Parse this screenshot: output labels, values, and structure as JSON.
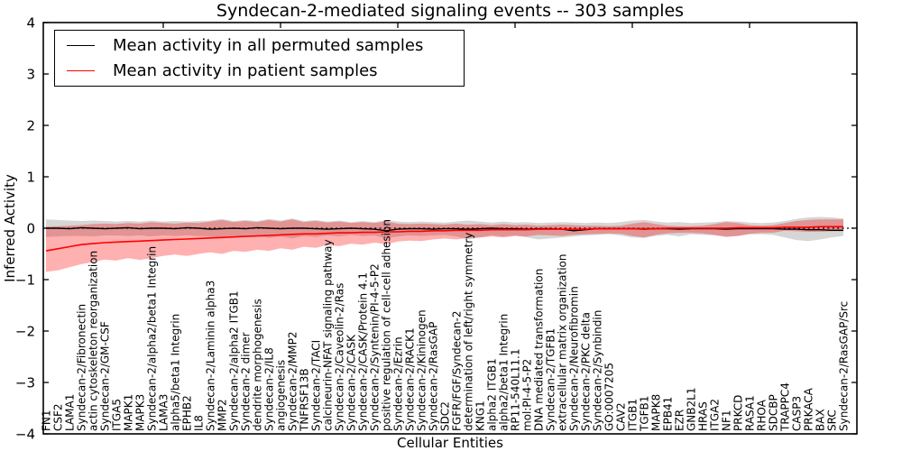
{
  "figure": {
    "title": "Syndecan-2-mediated signaling events -- 303 samples",
    "x_axis_label": "Cellular Entities",
    "y_axis_label": "Inferred Activity"
  },
  "legend": {
    "items": [
      {
        "label": "Mean activity in all permuted samples",
        "color": "#000000"
      },
      {
        "label": "Mean activity in patient samples",
        "color": "#ff0000"
      }
    ]
  },
  "chart_data": {
    "type": "line",
    "title": "Syndecan-2-mediated signaling events -- 303 samples",
    "xlabel": "Cellular Entities",
    "ylabel": "Inferred Activity",
    "ylim": [
      -4,
      4
    ],
    "yticks": [
      -4,
      -3,
      -2,
      -1,
      0,
      1,
      2,
      3,
      4
    ],
    "grid": false,
    "legend_position": "upper left",
    "zero_line": {
      "style": "dashed",
      "color": "#000000"
    },
    "categories": [
      "FN1",
      "CSF2",
      "LAMA1",
      "Syndecan-2/Fibronectin",
      "actin cytoskeleton reorganization",
      "Syndecan-2/GM-CSF",
      "ITGA5",
      "MAPK1",
      "MAPK3",
      "Syndecan-2/alpha2/beta1 Integrin",
      "LAMA3",
      "alpha5/beta1 Integrin",
      "EPHB2",
      "IL8",
      "Syndecan-2/Laminin alpha3",
      "MMP2",
      "Syndecan-2/alpha2 ITGB1",
      "Syndecan-2 dimer",
      "dendrite morphogenesis",
      "Syndecan-2/IL8",
      "angiogenesis",
      "Syndecan-2/MMP2",
      "TNFRSF13B",
      "Syndecan-2/TACI",
      "calcineurin-NFAT signaling pathway",
      "Syndecan-2/Caveolin-2/Ras",
      "Syndecan-2/CASK",
      "Syndecan-2/CASK/Protein 4.1",
      "Syndecan-2/Syntenin/PI-4-5-P2",
      "positive regulation of cell-cell adhesion",
      "Syndecan-2/Ezrin",
      "Syndecan-2/RACK1",
      "Syndecan-2/Kininogen",
      "Syndecan-2/RasGAP",
      "SDC2",
      "FGFR/FGF/Syndecan-2",
      "determination of left/right symmetry",
      "KNG1",
      "alpha2 ITGB1",
      "alpha2/beta1 Integrin",
      "RP11-540L11.1",
      "mol:PI-4-5-P2",
      "DNA mediated transformation",
      "Syndecan-2/TGFB1",
      "extracellular matrix organization",
      "Syndecan-2/Neurofibromin",
      "Syndecan-2/PKC delta",
      "Syndecan-2/Synbindin",
      "GO:0007205",
      "CAV2",
      "ITGB1",
      "TGFB1",
      "MAPK8",
      "EPB41",
      "EZR",
      "GNB2L1",
      "HRAS",
      "ITGA2",
      "NF1",
      "PRKCD",
      "RASA1",
      "RHOA",
      "SDCBP",
      "TRAPPC4",
      "CASP3",
      "PRKACA",
      "BAX",
      "SRC",
      "Syndecan-2/RasGAP/Src"
    ],
    "series": [
      {
        "id": "permuted-mean",
        "name": "Mean activity in all permuted samples",
        "color": "#000000",
        "width": 1.4,
        "values": [
          0,
          0,
          -0.01,
          0.01,
          0,
          -0.01,
          0,
          0.01,
          -0.01,
          0,
          0,
          -0.01,
          0.01,
          0,
          -0.02,
          -0.01,
          0,
          -0.01,
          0.01,
          0,
          -0.01,
          0,
          0,
          -0.01,
          -0.02,
          -0.01,
          0,
          -0.01,
          -0.02,
          -0.05,
          -0.02,
          -0.01,
          -0.01,
          -0.02,
          -0.01,
          -0.01,
          -0.02,
          -0.01,
          0,
          -0.01,
          -0.01,
          -0.02,
          -0.01,
          -0.01,
          -0.02,
          -0.05,
          -0.03,
          -0.01,
          -0.01,
          -0.01,
          -0.01,
          -0.02,
          -0.01,
          -0.01,
          -0.02,
          -0.01,
          -0.01,
          -0.01,
          -0.02,
          -0.01,
          -0.01,
          -0.01,
          -0.01,
          -0.02,
          -0.02,
          -0.03,
          -0.03,
          -0.04,
          -0.04
        ]
      },
      {
        "id": "patient-mean",
        "name": "Mean activity in patient samples",
        "color": "#ff0000",
        "width": 1.6,
        "values": [
          -0.44,
          -0.4,
          -0.36,
          -0.32,
          -0.3,
          -0.28,
          -0.27,
          -0.26,
          -0.25,
          -0.24,
          -0.23,
          -0.22,
          -0.21,
          -0.2,
          -0.19,
          -0.18,
          -0.17,
          -0.16,
          -0.15,
          -0.14,
          -0.13,
          -0.12,
          -0.11,
          -0.11,
          -0.1,
          -0.09,
          -0.09,
          -0.08,
          -0.08,
          -0.07,
          -0.07,
          -0.06,
          -0.06,
          -0.05,
          -0.05,
          -0.04,
          -0.04,
          -0.04,
          -0.03,
          -0.03,
          -0.03,
          -0.03,
          -0.02,
          -0.02,
          -0.02,
          -0.02,
          -0.02,
          -0.01,
          -0.01,
          -0.01,
          -0.01,
          -0.01,
          -0.01,
          0,
          0,
          0,
          0,
          0,
          0,
          0.01,
          0.01,
          0.01,
          0.01,
          0.02,
          0.02,
          0.02,
          0.03,
          0.03,
          0.03
        ]
      }
    ],
    "bands": [
      {
        "id": "permuted-range",
        "name": "Permuted samples activity range",
        "color": "#808080",
        "opacity": 0.32,
        "upper": [
          0.17,
          0.16,
          0.15,
          0.14,
          0.15,
          0.14,
          0.13,
          0.14,
          0.13,
          0.15,
          0.13,
          0.14,
          0.13,
          0.14,
          0.15,
          0.18,
          0.14,
          0.16,
          0.14,
          0.18,
          0.15,
          0.19,
          0.14,
          0.16,
          0.13,
          0.15,
          0.12,
          0.14,
          0.12,
          0.16,
          0.13,
          0.12,
          0.13,
          0.12,
          0.11,
          0.13,
          0.15,
          0.13,
          0.11,
          0.13,
          0.11,
          0.12,
          0.1,
          0.11,
          0.12,
          0.11,
          0.1,
          0.11,
          0.1,
          0.12,
          0.15,
          0.16,
          0.13,
          0.11,
          0.12,
          0.1,
          0.11,
          0.12,
          0.14,
          0.13,
          0.11,
          0.1,
          0.11,
          0.14,
          0.18,
          0.21,
          0.22,
          0.21,
          0.19
        ],
        "lower": [
          -0.17,
          -0.16,
          -0.15,
          -0.15,
          -0.16,
          -0.14,
          -0.14,
          -0.15,
          -0.14,
          -0.16,
          -0.14,
          -0.15,
          -0.14,
          -0.15,
          -0.16,
          -0.19,
          -0.15,
          -0.17,
          -0.15,
          -0.19,
          -0.16,
          -0.2,
          -0.15,
          -0.17,
          -0.14,
          -0.16,
          -0.13,
          -0.15,
          -0.14,
          -0.2,
          -0.16,
          -0.14,
          -0.15,
          -0.14,
          -0.13,
          -0.16,
          -0.22,
          -0.18,
          -0.14,
          -0.16,
          -0.14,
          -0.18,
          -0.22,
          -0.2,
          -0.18,
          -0.16,
          -0.14,
          -0.13,
          -0.12,
          -0.14,
          -0.18,
          -0.19,
          -0.15,
          -0.13,
          -0.16,
          -0.12,
          -0.13,
          -0.14,
          -0.16,
          -0.15,
          -0.12,
          -0.12,
          -0.13,
          -0.18,
          -0.23,
          -0.25,
          -0.22,
          -0.18,
          -0.15
        ]
      },
      {
        "id": "patient-range",
        "name": "Patient samples activity range",
        "color": "#ff0000",
        "opacity": 0.31,
        "upper": [
          0.03,
          0.04,
          0.05,
          0.06,
          0.08,
          0.09,
          0.08,
          0.1,
          0.09,
          0.12,
          0.1,
          0.09,
          0.11,
          0.1,
          0.13,
          0.16,
          0.12,
          0.14,
          0.12,
          0.16,
          0.13,
          0.17,
          0.12,
          0.14,
          0.11,
          0.13,
          0.1,
          0.12,
          0.1,
          0.13,
          0.09,
          0.08,
          0.09,
          0.08,
          0.07,
          0.09,
          0.07,
          0.08,
          0.06,
          0.08,
          0.06,
          0.07,
          0.05,
          0.06,
          0.07,
          0.06,
          0.05,
          0.05,
          0.04,
          0.05,
          0.09,
          0.12,
          0.08,
          0.05,
          0.04,
          0.04,
          0.05,
          0.08,
          0.12,
          0.1,
          0.06,
          0.05,
          0.06,
          0.1,
          0.14,
          0.16,
          0.17,
          0.17,
          0.17
        ],
        "lower": [
          -0.85,
          -0.82,
          -0.76,
          -0.7,
          -0.66,
          -0.61,
          -0.63,
          -0.58,
          -0.62,
          -0.58,
          -0.54,
          -0.51,
          -0.54,
          -0.5,
          -0.47,
          -0.5,
          -0.44,
          -0.46,
          -0.42,
          -0.44,
          -0.39,
          -0.42,
          -0.36,
          -0.38,
          -0.33,
          -0.35,
          -0.3,
          -0.32,
          -0.28,
          -0.31,
          -0.26,
          -0.24,
          -0.25,
          -0.22,
          -0.2,
          -0.22,
          -0.19,
          -0.18,
          -0.16,
          -0.18,
          -0.15,
          -0.16,
          -0.13,
          -0.14,
          -0.15,
          -0.13,
          -0.12,
          -0.11,
          -0.1,
          -0.11,
          -0.15,
          -0.18,
          -0.13,
          -0.1,
          -0.09,
          -0.09,
          -0.1,
          -0.13,
          -0.17,
          -0.15,
          -0.11,
          -0.09,
          -0.09,
          -0.05,
          -0.06,
          -0.07,
          -0.07,
          -0.06,
          -0.06
        ]
      }
    ]
  }
}
